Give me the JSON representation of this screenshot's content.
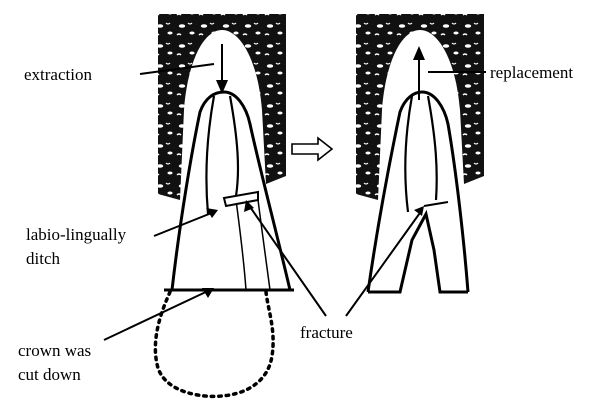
{
  "labels": {
    "extraction": "extraction",
    "replacement": "replacement",
    "ditch_line1": "labio-lingually",
    "ditch_line2": "ditch",
    "crown_line1": "crown was",
    "crown_line2": "cut down",
    "fracture": "fracture"
  },
  "icons": {
    "transition": "hollow-right-arrow-icon"
  },
  "colors": {
    "ink": "#000000",
    "bone": "#111111",
    "paper": "#ffffff"
  }
}
